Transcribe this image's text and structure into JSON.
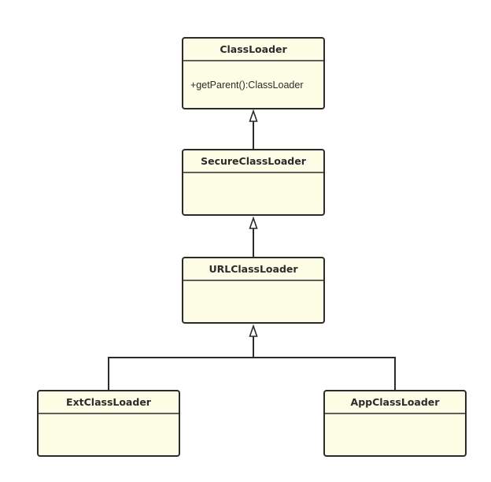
{
  "diagram": {
    "colors": {
      "box_fill": "#fefee6",
      "stroke": "#2b2b2b",
      "text": "#2b2b2b",
      "background": "#ffffff"
    },
    "classes": {
      "classloader": {
        "name": "ClassLoader",
        "members": [
          "+getParent():ClassLoader"
        ]
      },
      "secureclassloader": {
        "name": "SecureClassLoader",
        "members": []
      },
      "urlclassloader": {
        "name": "URLClassLoader",
        "members": []
      },
      "extclassloader": {
        "name": "ExtClassLoader",
        "members": []
      },
      "appclassloader": {
        "name": "AppClassLoader",
        "members": []
      }
    },
    "relations": [
      {
        "type": "inheritance",
        "from": "SecureClassLoader",
        "to": "ClassLoader"
      },
      {
        "type": "inheritance",
        "from": "URLClassLoader",
        "to": "SecureClassLoader"
      },
      {
        "type": "inheritance",
        "from": "ExtClassLoader",
        "to": "URLClassLoader"
      },
      {
        "type": "inheritance",
        "from": "AppClassLoader",
        "to": "URLClassLoader"
      }
    ]
  }
}
